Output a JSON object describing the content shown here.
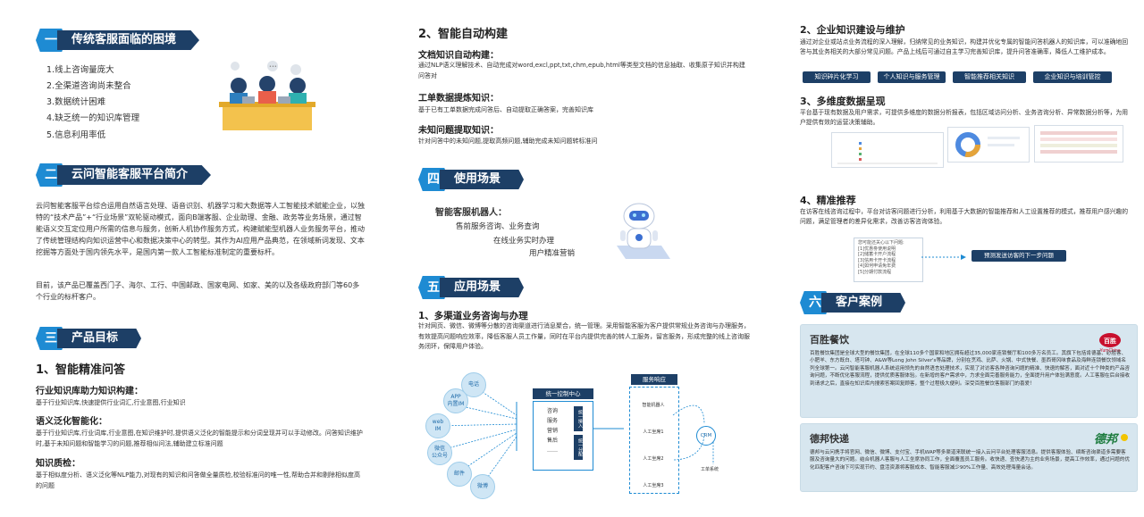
{
  "col1": {
    "s1": {
      "num": "一",
      "title": "传统客服面临的困境",
      "items": [
        "1.线上咨询量庞大",
        "2.全渠道咨询尚未整合",
        "3.数据统计困难",
        "4.缺乏统一的知识库管理",
        "5.信息利用率低"
      ]
    },
    "s2": {
      "num": "二",
      "title": "云问智能客服平台简介",
      "p1": "云问智能客服平台综合运用自然语言处理、语音识别、机器学习和大数据等人工智能技术赋能企业，以独特的“技术产品”+“行业场景”双轮驱动模式，面向B端客服、企业助理、金融、政务等业务场景，通过智能语义交互定位用户所需的信息与服务，创新人机协作服务方式，构建赋能型机器人业务服务平台，推动了传统管理结构向知识运营中心和数据决策中心的转型。其作为AI应用产品典范，在领域新词发现、文本挖掘等方面处于国内领先水平，是国内第一款人工智能标准制定的重要标杆。",
      "p2": "目前，该产品已覆盖西门子、海尔、工行、中国邮政、国家电网、如家、美的以及各级政府部门等60多个行业的标杆客户。"
    },
    "s3": {
      "num": "三",
      "title": "产品目标",
      "h": "1、智能精准问答",
      "sub1": "行业知识库助力知识构建：",
      "txt1": "基于行业知识库,快速提供行业词汇,行业意图,行业知识",
      "sub2": "语义泛化智能化：",
      "txt2": "基于行业知识库,行业词库,行业意图,在知识维护时,提供语义泛化的智能提示和分词呈现并可以手动修改。问答知识维护时,基于未知问题和智能学习的问题,推荐相似问法,辅助建立标准问题",
      "sub3": "知识质检：",
      "txt3": "基于相似度分析、语义泛化等NLP能力,对现有的知识和问答做全量质检,校验标准问的唯一性,帮助合并和剔除相似度高的问题"
    }
  },
  "col2": {
    "h": "2、智能自动构建",
    "sub1": "文档知识自动构建：",
    "txt1": "通过NLP语义理解技术、自动完成对word,excl,ppt,txt,chm,epub,html等类型文档的信息抽取、收集原子知识并构建问答对",
    "sub2": "工单数据提炼知识：",
    "txt2": "基于已有工单数据完成问答后、自动提取正确答案，完善知识库",
    "sub3": "未知问题提取知识：",
    "txt3": "针对问答中的未知问题,提取高频问题,辅助完成未知问题转标准问",
    "s4": {
      "num": "四",
      "title": "使用场景",
      "robot": "智能客服机器人：",
      "lines": [
        "售前服务咨询、业务查询",
        "在线业务实时办理",
        "用户精准营销"
      ]
    },
    "s5": {
      "num": "五",
      "title": "应用场景",
      "h": "1、多渠道业务咨询与办理",
      "txt": "针对网页、微信、微博等分散的咨询渠道进行消息聚合，统一管理。采用智能客服为客户提供常规业务咨询与办理服务，有效提高问题响应效率，降低客服人员工作量，同时在平台内提供完善的转人工服务，留言服务，形成完整的线上咨询服务闭环，保障用户体验。"
    },
    "flow": {
      "channels": [
        "电话",
        "APP\n内置IM",
        "web\nIM",
        "微信\n公众号",
        "邮件",
        "微博"
      ],
      "center_title": "统一控制中心",
      "center_items": [
        "咨询",
        "服务",
        "营销",
        "售后",
        "……"
      ],
      "center_side": [
        "统一接入",
        "统一分配"
      ],
      "service_title": "服务响应",
      "service_items": [
        "智能机器人",
        "人工坐席1",
        "人工坐席2",
        "人工坐席3"
      ],
      "crm": "CRM",
      "ticket": "工单系统"
    }
  },
  "col3": {
    "h2": "2、企业知识建设与维护",
    "txt2": "通过对企业或站点业务流程的深入理解，归纳常见的业务知识，构建并优化专属的智能问答机器人的知识库，可以准确地回答与其业务相关的大部分常见问题。产品上线后可通过自主学习完善知识库，提升问答准确率，降低人工维护成本。",
    "pills": [
      "知识碎片化学习",
      "个人知识与服务管理",
      "智能推荐相关知识",
      "企业知识与培训管控"
    ],
    "h3": "3、多维度数据呈现",
    "txt3": "平台基于现有数据及用户需求，可提供多维度的数据分析报表，包括区域访问分析、业务咨询分析、异常数据分析等，为用户提供有效的运营决策辅助。",
    "h4": "4、精准推荐",
    "txt4": "在访客在线咨询过程中，平台对访客问题进行分析，利用基于大数据的智能推荐和人工设置推荐的模式，推荐用户感兴趣的问题，满足管理者的差异化需求，改善访客咨询体验。",
    "rec_title": "您可能还关心以下问题:",
    "rec_items": [
      "[1]优惠劵使用说明",
      "[2]储蓄卡开户流程",
      "[3]信用卡开卡流程",
      "[4]如何申请免年费",
      "[5]分期付款流程"
    ],
    "rec_btn": "预测发送访客的下一步问题",
    "s6": {
      "num": "六",
      "title": "客户案例"
    },
    "case1": {
      "name": "百胜餐饮",
      "logo": "YumChina",
      "desc": "百胜餐饮集团是全球大型的餐饮集团，在全球110多个国家和地区拥有超过35,000家连锁餐厅和100多万名员工。其旗下包括肯德基、必胜客、小肥羊、东方既白、塔可钟、A&W等Long John Silver's等品牌，分别在烹鸡、比萨、火锅、中式快餐、墨西哥风味食品及海鲜连锁餐饮领域名列全球第一。云问智能客服机器人系统运用领先的自然语言处理技术，实现了对访客各种咨询问题的精准、快速的解答，面对近十个种类的产品咨询问题，不断优化客服流程，提供优质客服体验。在新增的客户需求中，力求全面完善服务能力，全面提升用户体验满意度。人工客服在后台接收到请求之后，直接在知识库内搜索答案回复顾客，整个过程极大便利。深受百胜餐饮客服部门的喜爱！"
    },
    "case2": {
      "name": "德邦快递",
      "logo": "德邦",
      "desc": "德邦与云问携手将官网、微信、微博、支付宝、手机WAP等多渠道来联统一接入云问平台处理客服消息。提供客服体验、续断咨询渠道多需要客服及咨询量大的问题。结合机器人客服与人工坐席协同工作，全面覆盖员工服务。收快递、查快递为主的业务场景，提高工作效率，通过问题的优化匹配客户咨询下可实现节约、盘活资源将客服成本、智能客服减少90%工作量、高效处理海量会话。"
    }
  }
}
